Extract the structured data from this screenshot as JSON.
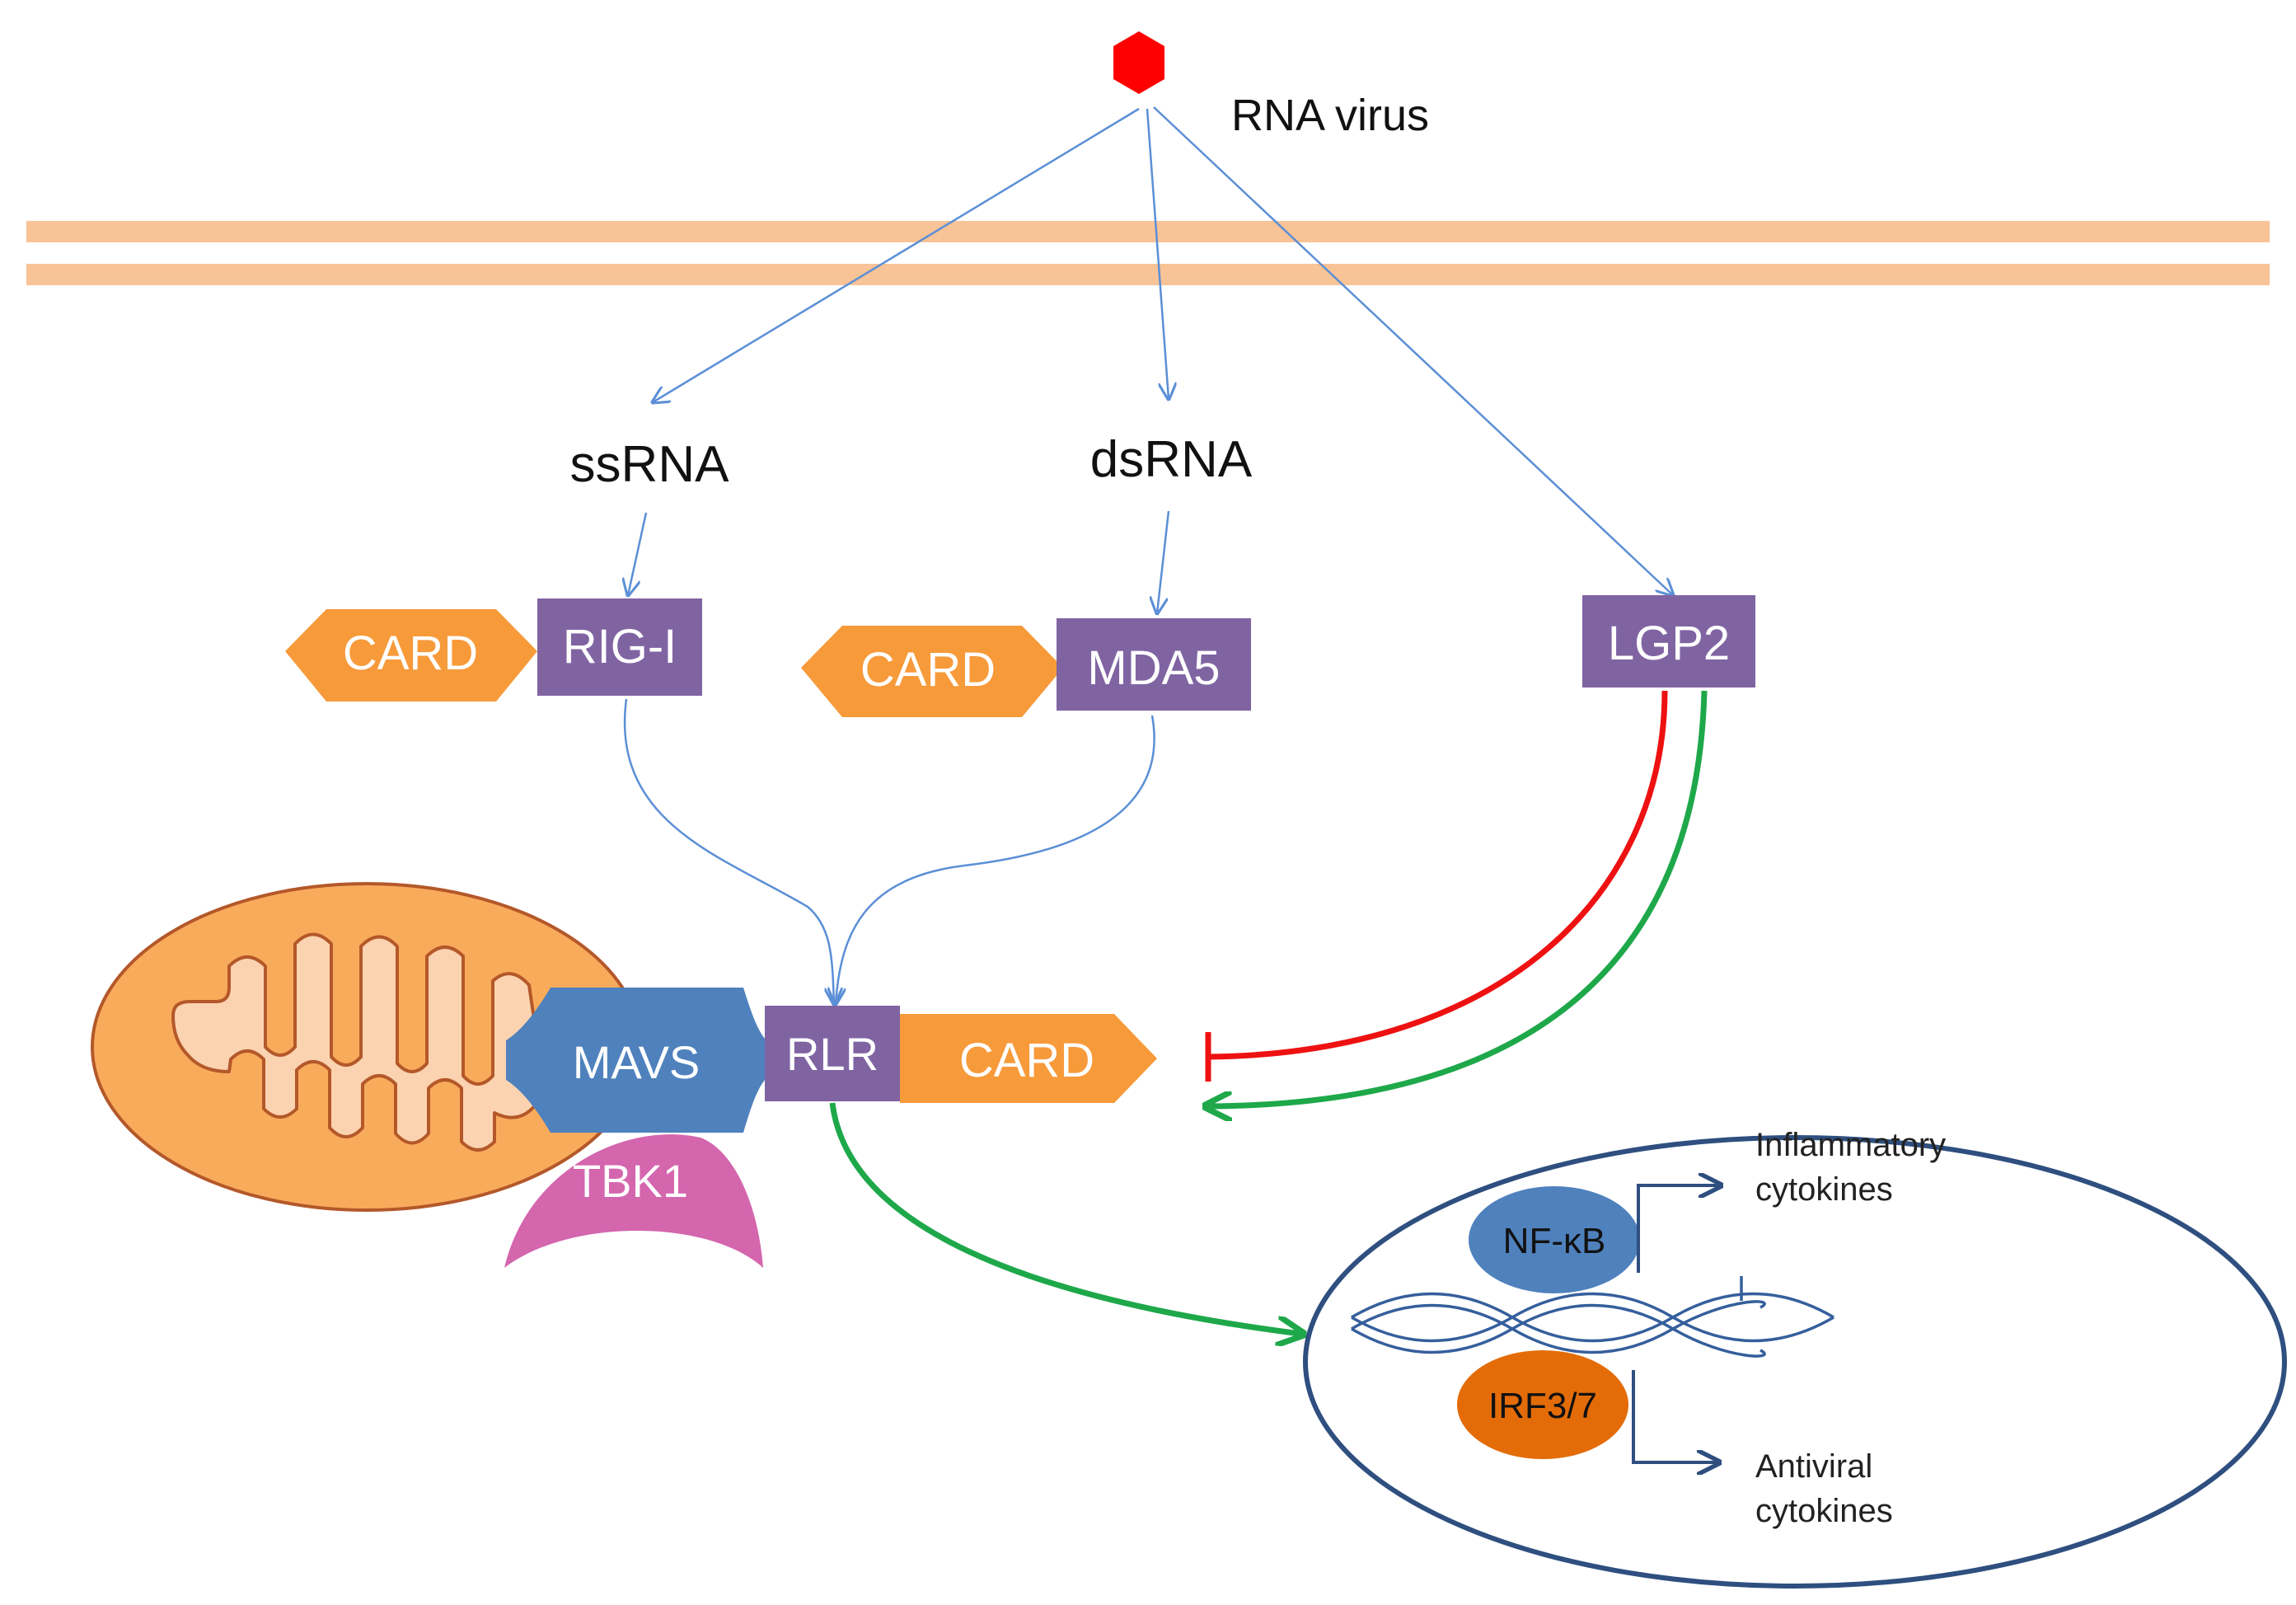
{
  "labels": {
    "virus": "RNA virus",
    "ssrna": "ssRNA",
    "dsrna": "dsRNA",
    "rigi": "RIG-I",
    "mda5": "MDA5",
    "lgp2": "LGP2",
    "card_rigi": "CARD",
    "card_mda5": "CARD",
    "card_rlr": "CARD",
    "rlr": "RLR",
    "mavs": "MAVS",
    "tbk1": "TBK1",
    "nfkb": "NF-κB",
    "irf": "IRF3/7",
    "inflammatory_line1": "Inflammatory",
    "inflammatory_line2": "cytokines",
    "antiviral_line1": "Antiviral",
    "antiviral_line2": "cytokines"
  },
  "colors": {
    "virus": "#ff0000",
    "membrane": "#f8c396",
    "arrow_blue": "#5b8fd6",
    "receptor_purple": "#8064a2",
    "card_orange": "#f79a3a",
    "mito_outer": "#f9ab5c",
    "mito_border": "#b4582a",
    "mito_inner": "#fbd3b0",
    "mavs_blue": "#4f81bd",
    "tbk1_pink": "#d466ae",
    "inhibit_red": "#ee1111",
    "activate_green": "#1ea84a",
    "nucleus_border": "#2e4f7f",
    "nfkb_blue": "#4f81bd",
    "irf_orange": "#e36c09",
    "dna_blue": "#355f9c"
  }
}
